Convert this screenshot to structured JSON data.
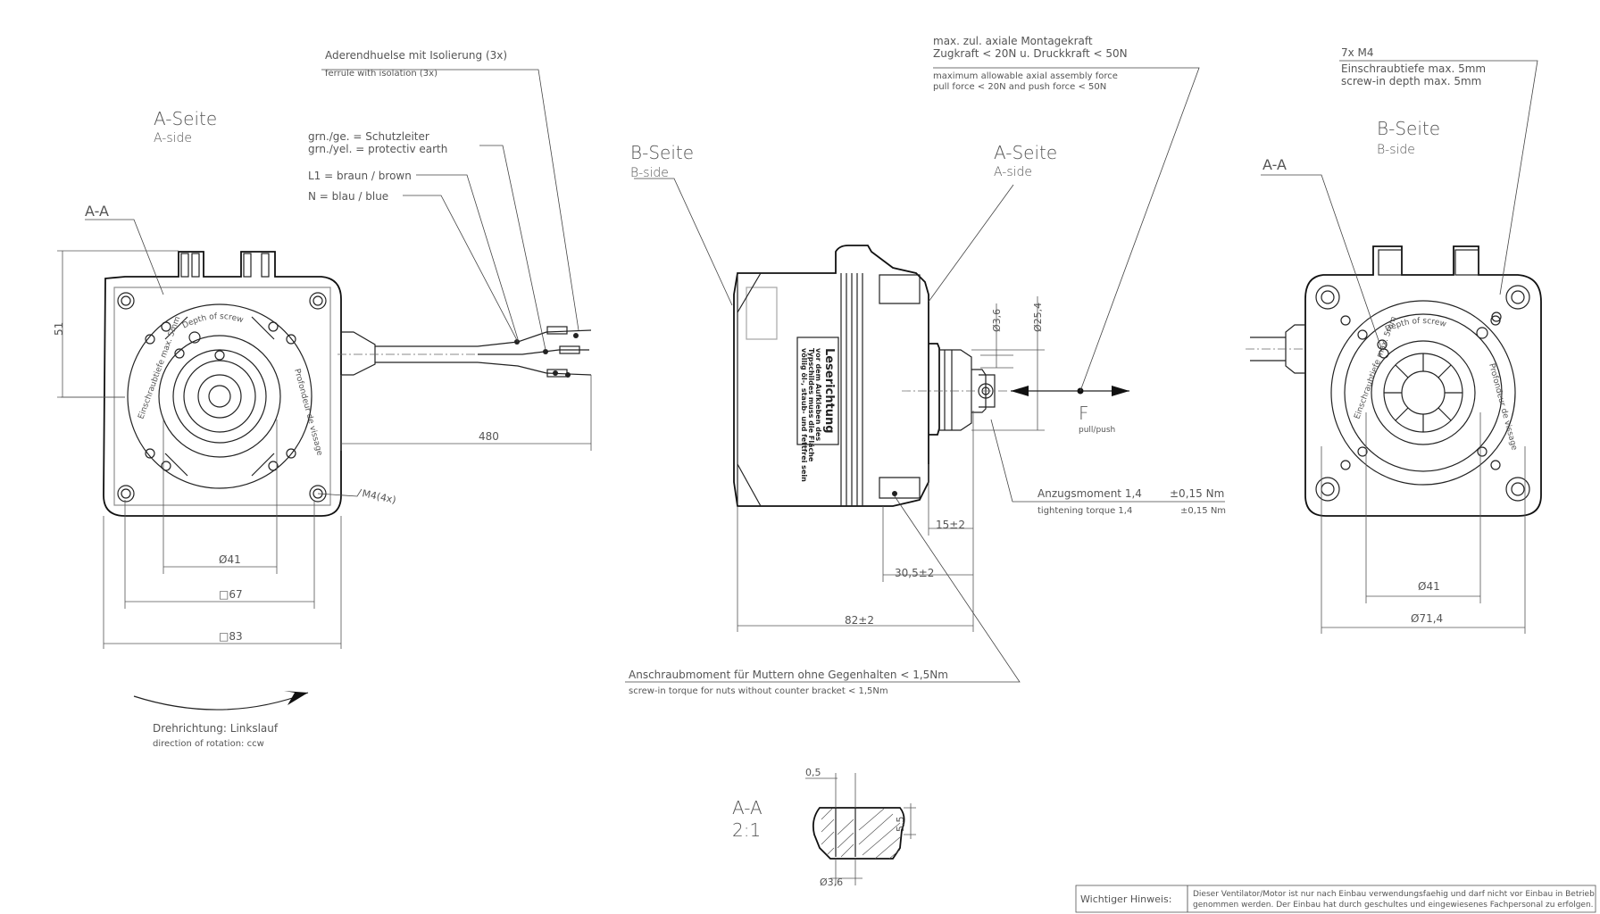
{
  "front_view": {
    "side_title_de": "A-Seite",
    "side_title_en": "A-side",
    "section_mark": "A-A",
    "ferrule_label_de": "Aderendhuelse mit Isolierung (3x)",
    "ferrule_label_en": "ferrule with isolation (3x)",
    "wire_pe_de": "grn./ge. = Schutzleiter",
    "wire_pe_en": "grn./yel. = protectiv earth",
    "wire_l1": "L1 = braun / brown",
    "wire_n": "N = blau / blue",
    "plate_text_top": "Depth of screw",
    "plate_text_left": "Einschraubtiefe max. 5mm",
    "plate_text_right": "Profondeur de vissage",
    "dim_51": "51",
    "dim_480": "480",
    "dim_d41": "Ø41",
    "dim_sq67": "□67",
    "dim_sq83": "□83",
    "dim_m4": "M4(4x)",
    "rotation_de": "Drehrichtung: Linkslauf",
    "rotation_en": "direction of rotation: ccw"
  },
  "side_view": {
    "b_side_de": "B-Seite",
    "b_side_en": "B-side",
    "a_side_de": "A-Seite",
    "a_side_en": "A-side",
    "axial_force_de_1": "max. zul. axiale Montagekraft",
    "axial_force_de_2": "Zugkraft < 20N u. Druckkraft < 50N",
    "axial_force_en_1": "maximum allowable axial assembly force",
    "axial_force_en_2": "pull force < 20N and push force < 50N",
    "dim_d36": "Ø3,6",
    "dim_d254": "Ø25,4",
    "force_symbol": "F",
    "force_caption": "pull/push",
    "torque_de": "Anzugsmoment 1,4",
    "torque_de_tol": "±0,15 Nm",
    "torque_en": "tightening torque 1,4",
    "torque_en_tol": "±0,15 Nm",
    "dim_15": "15±2",
    "dim_305": "30,5±2",
    "dim_82": "82±2",
    "nut_torque_de": "Anschraubmoment für Muttern ohne Gegenhalten < 1,5Nm",
    "nut_torque_en": "screw-in torque for nuts without counter bracket < 1,5Nm",
    "label_title": "Leserichtung",
    "label_lines": [
      "vor dem Aufkleben des",
      "Typschildes muss die Fläche",
      "völlig öl-, staub- und fettfrei sein"
    ]
  },
  "rear_view": {
    "screws_label": "7x M4",
    "screw_depth_de": "Einschraubtiefe max. 5mm",
    "screw_depth_en": "screw-in depth max. 5mm",
    "side_title_de": "B-Seite",
    "side_title_en": "B-side",
    "section_mark": "A-A",
    "plate_text_top": "Depth of screw",
    "plate_text_left": "Einschraubtiefe max. 5mm",
    "plate_text_right": "Profondeur de vissage",
    "dim_d41": "Ø41",
    "dim_d714": "Ø71,4"
  },
  "section_detail": {
    "title": "A-A",
    "scale": "2:1",
    "dim_05": "0,5",
    "dim_55": "5,5",
    "dim_d36": "Ø3,6"
  },
  "notice": {
    "label": "Wichtiger Hinweis:",
    "line1": "Dieser Ventilator/Motor ist nur nach Einbau verwendungsfaehig und darf nicht vor Einbau in Betrieb",
    "line2": "genommen werden. Der Einbau hat durch geschultes und eingewiesenes Fachpersonal zu erfolgen."
  },
  "colors": {
    "line": "#222222",
    "text": "#555555",
    "background": "#ffffff"
  }
}
